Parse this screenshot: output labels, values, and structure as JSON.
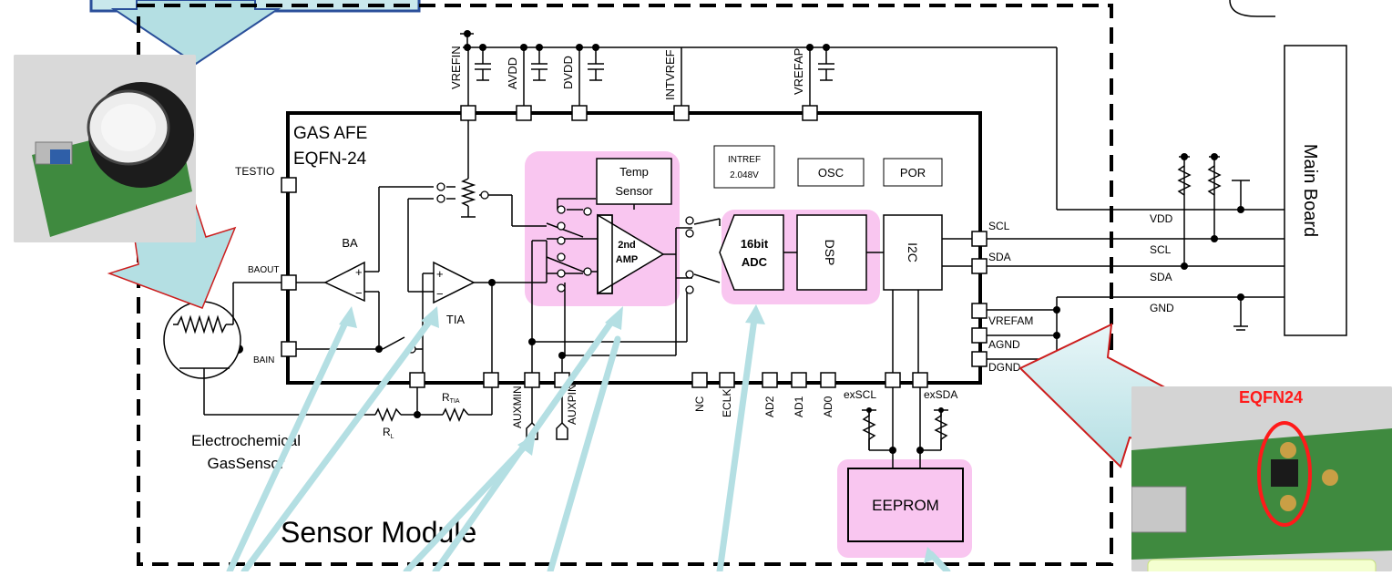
{
  "module_title": "Sensor Module",
  "afe": {
    "title": "GAS AFE",
    "package": "EQFN-24",
    "testio": "TESTIO",
    "baout": "BAOUT",
    "bain": "BAIN",
    "ba": "BA",
    "tia": "TIA",
    "rtia_main": "R",
    "rtia_sub": "TIA",
    "rl_main": "R",
    "rl_sub": "L"
  },
  "blocks": {
    "temp_line1": "Temp",
    "temp_line2": "Sensor",
    "amp_line1": "2nd",
    "amp_line2": "AMP",
    "adc_line1": "16bit",
    "adc_line2": "ADC",
    "dsp": "DSP",
    "i2c": "I2C",
    "intref_line1": "INTREF",
    "intref_line2": "2.048V",
    "osc": "OSC",
    "por": "POR",
    "eeprom": "EEPROM"
  },
  "top_pins": [
    "VREFIN",
    "AVDD",
    "DVDD",
    "INTVREF",
    "VREFAP"
  ],
  "bottom_pins": [
    "AUXMIN",
    "AUXPIN",
    "NC",
    "ECLK",
    "AD2",
    "AD1",
    "AD0"
  ],
  "right_pins": [
    "SCL",
    "SDA",
    "VREFAM",
    "AGND",
    "DGND"
  ],
  "ex_pins": [
    "exSCL",
    "exSDA"
  ],
  "bus_labels": [
    "VDD",
    "SCL",
    "SDA",
    "GND"
  ],
  "main_board": "Main Board",
  "sensor_label_line1": "Electrochemical",
  "sensor_label_line2": "GasSensor",
  "chip_photo_label": "EQFN24",
  "colors": {
    "highlight": "#f9c6f0",
    "arrow_fill": "#b4dfe3",
    "callout_stroke": "#cc1e1e",
    "chip_label": "#ff1a1a",
    "board_green": "#3f8a3f"
  }
}
